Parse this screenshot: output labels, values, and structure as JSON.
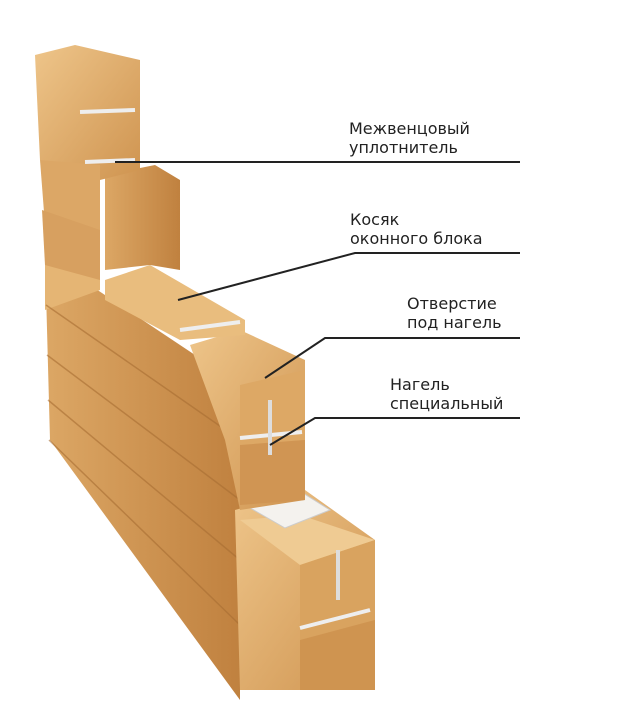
{
  "labels": [
    {
      "line1": "Межвенцовый",
      "line2": "уплотнитель"
    },
    {
      "line1": "Косяк",
      "line2": "оконного блока"
    },
    {
      "line1": "Отверстие",
      "line2": "под нагель"
    },
    {
      "line1": "Нагель",
      "line2": "специальный"
    }
  ],
  "colors": {
    "wood_light": "#e6b877",
    "wood_mid": "#d49a55",
    "wood_dark": "#b97d3c",
    "line": "#222222"
  }
}
